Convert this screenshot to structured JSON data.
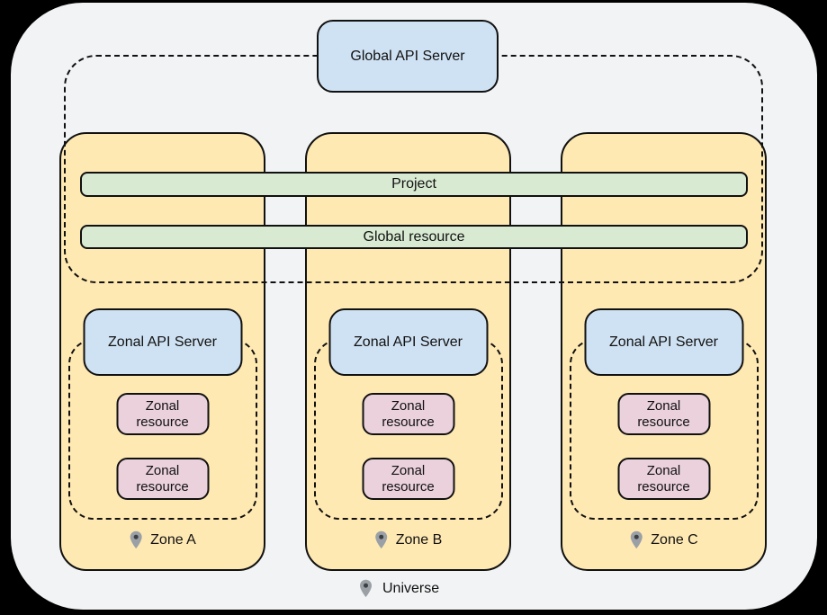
{
  "diagram": {
    "title_region": "Universe",
    "global_api_server_label": "Global API Server",
    "bars": {
      "project_label": "Project",
      "global_resource_label": "Global resource"
    },
    "zones": [
      {
        "label": "Zone A",
        "api_server_label": "Zonal API Server",
        "resources": [
          "Zonal resource",
          "Zonal resource"
        ]
      },
      {
        "label": "Zone B",
        "api_server_label": "Zonal API Server",
        "resources": [
          "Zonal resource",
          "Zonal resource"
        ]
      },
      {
        "label": "Zone C",
        "api_server_label": "Zonal API Server",
        "resources": [
          "Zonal resource",
          "Zonal resource"
        ]
      }
    ],
    "universe_label": "Universe",
    "icons": {
      "zone_marker": "location-pin-icon",
      "universe_marker": "location-pin-icon"
    },
    "colors": {
      "page_background": "#000000",
      "universe_fill": "#f1f3f4",
      "zone_fill": "#ffe9b3",
      "api_server_fill": "#cfe2f3",
      "bar_fill": "#d9ead3",
      "resource_fill": "#ead1dc",
      "outline": "#111111",
      "pin_fill": "#9aa0a6",
      "pin_dot": "#3c4043"
    }
  }
}
